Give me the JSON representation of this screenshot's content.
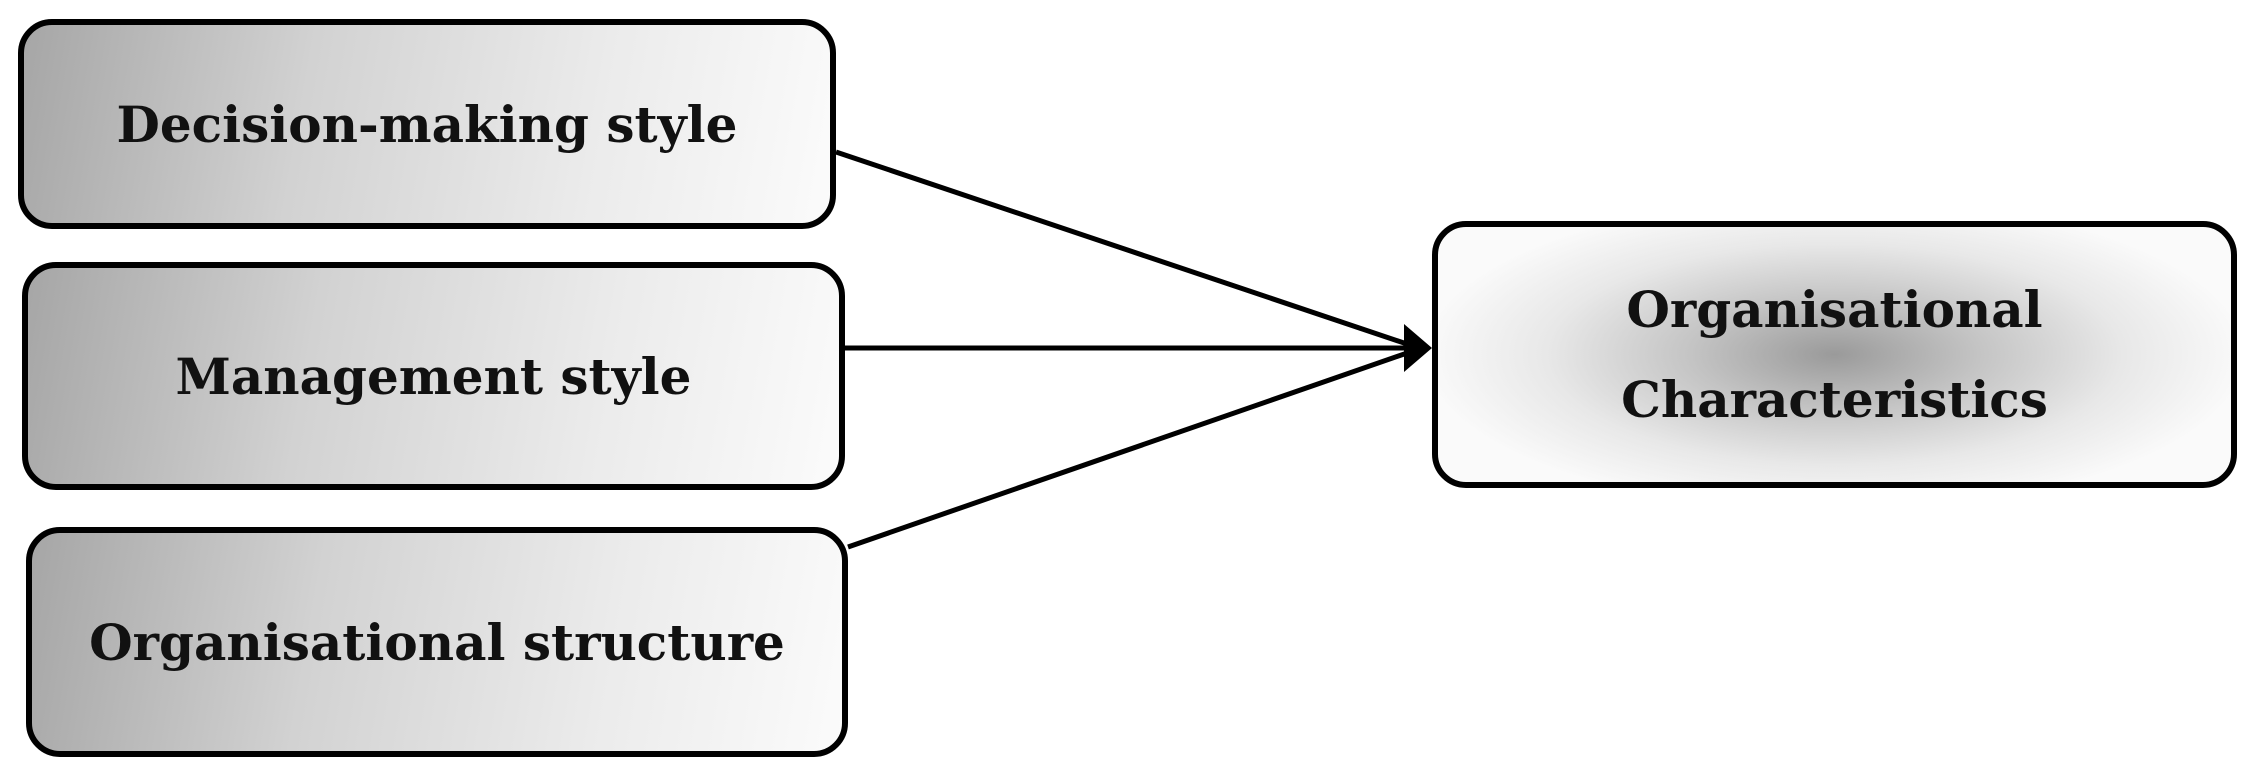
{
  "nodes": {
    "decision_making_style": "Decision-making style",
    "management_style": "Management style",
    "organisational_structure": "Organisational structure",
    "target": {
      "line1": "Organisational",
      "line2": "Characteristics"
    }
  },
  "edges": [
    {
      "from": "decision_making_style",
      "to": "target"
    },
    {
      "from": "management_style",
      "to": "target"
    },
    {
      "from": "organisational_structure",
      "to": "target"
    }
  ]
}
